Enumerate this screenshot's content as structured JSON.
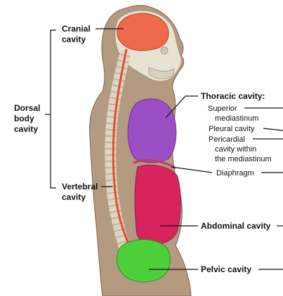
{
  "labels": {
    "cranial": [
      "Cranial",
      "cavity"
    ],
    "dorsal": [
      "Dorsal",
      "body",
      "cavity"
    ],
    "vertebral": [
      "Vertebral",
      "cavity"
    ],
    "thoracic_title": "Thoracic cavity:",
    "superior": [
      "Superior",
      "mediastinum"
    ],
    "pleural": "Pleural cavity",
    "pericardial": [
      "Pericardial",
      "cavity within",
      "the mediastinum"
    ],
    "diaphragm": "Diaphragm",
    "abdominal": "Abdominal cavity",
    "pelvic": "Pelvic cavity"
  },
  "colors": {
    "body": "#b49a80",
    "body_outline": "#8a7058",
    "skull": "#e8e2d2",
    "cranial": "#ee6a4a",
    "spine": "#ddd6c3",
    "spinal_cord": "#e84a2c",
    "thoracic": "#9a4fc4",
    "abdominal": "#d8245e",
    "pelvic": "#4fce3c"
  }
}
